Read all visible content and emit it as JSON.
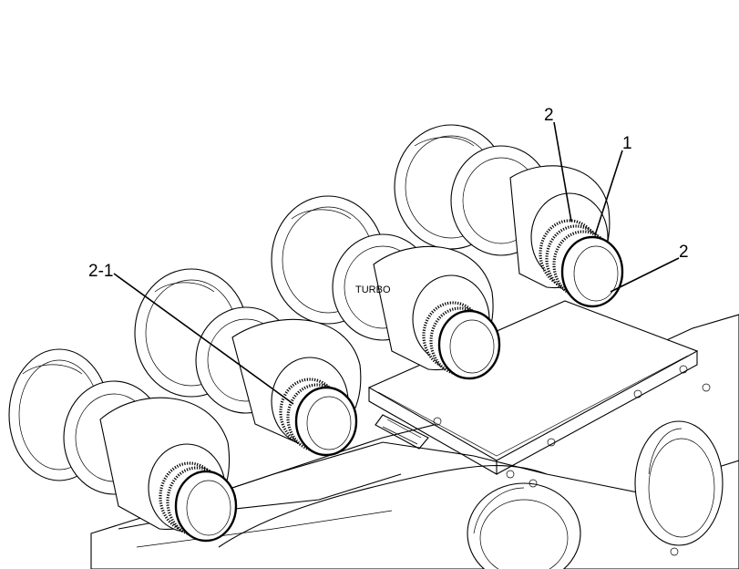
{
  "callouts": {
    "label_1": "1",
    "label_2_upper": "2",
    "label_2_right": "2",
    "label_2_1": "2-1"
  },
  "inline_text": {
    "turbo": "TURBO"
  }
}
